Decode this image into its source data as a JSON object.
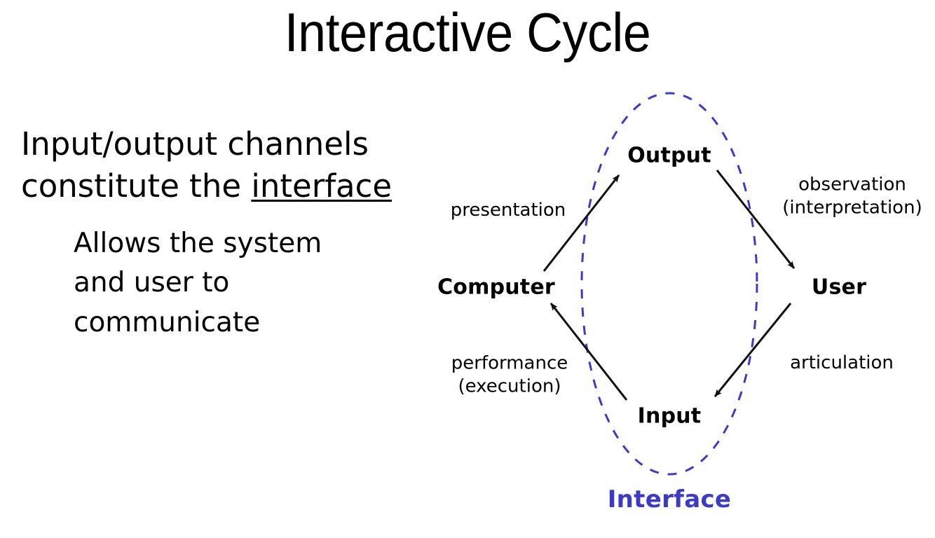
{
  "slide": {
    "title": "Interactive Cycle",
    "background_color": "#ffffff",
    "text_color": "#000000",
    "accent_color": "#3b3bc4"
  },
  "body": {
    "bullet_main_part1": "Input/output channels constitute the ",
    "bullet_main_emphasis": "interface",
    "bullet_sub": "Allows the system and user to communicate"
  },
  "diagram": {
    "caption": "Interface",
    "caption_color": "#3b3bc4",
    "ellipse_color": "#3b3bc4",
    "nodes": [
      {
        "id": "output",
        "label": "Output"
      },
      {
        "id": "computer",
        "label": "Computer"
      },
      {
        "id": "user",
        "label": "User"
      },
      {
        "id": "input",
        "label": "Input"
      }
    ],
    "edges": [
      {
        "id": "presentation",
        "from": "computer",
        "to": "output",
        "label_line1": "presentation",
        "label_line2": ""
      },
      {
        "id": "observation",
        "from": "output",
        "to": "user",
        "label_line1": "observation",
        "label_line2": "(interpretation)"
      },
      {
        "id": "articulation",
        "from": "user",
        "to": "input",
        "label_line1": "articulation",
        "label_line2": ""
      },
      {
        "id": "performance",
        "from": "input",
        "to": "computer",
        "label_line1": "performance",
        "label_line2": "(execution)"
      }
    ]
  }
}
